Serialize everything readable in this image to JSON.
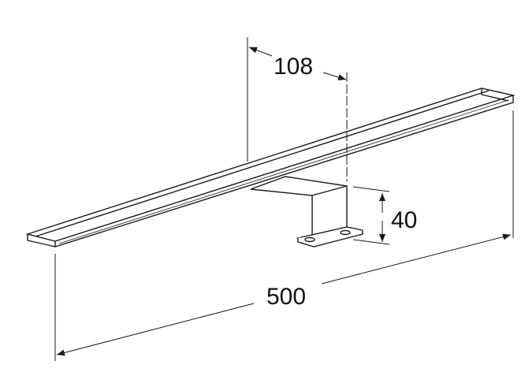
{
  "dimensions": {
    "offset": "108",
    "height": "40",
    "length": "500"
  },
  "colors": {
    "line": "#1a1a1a",
    "background": "#ffffff"
  }
}
